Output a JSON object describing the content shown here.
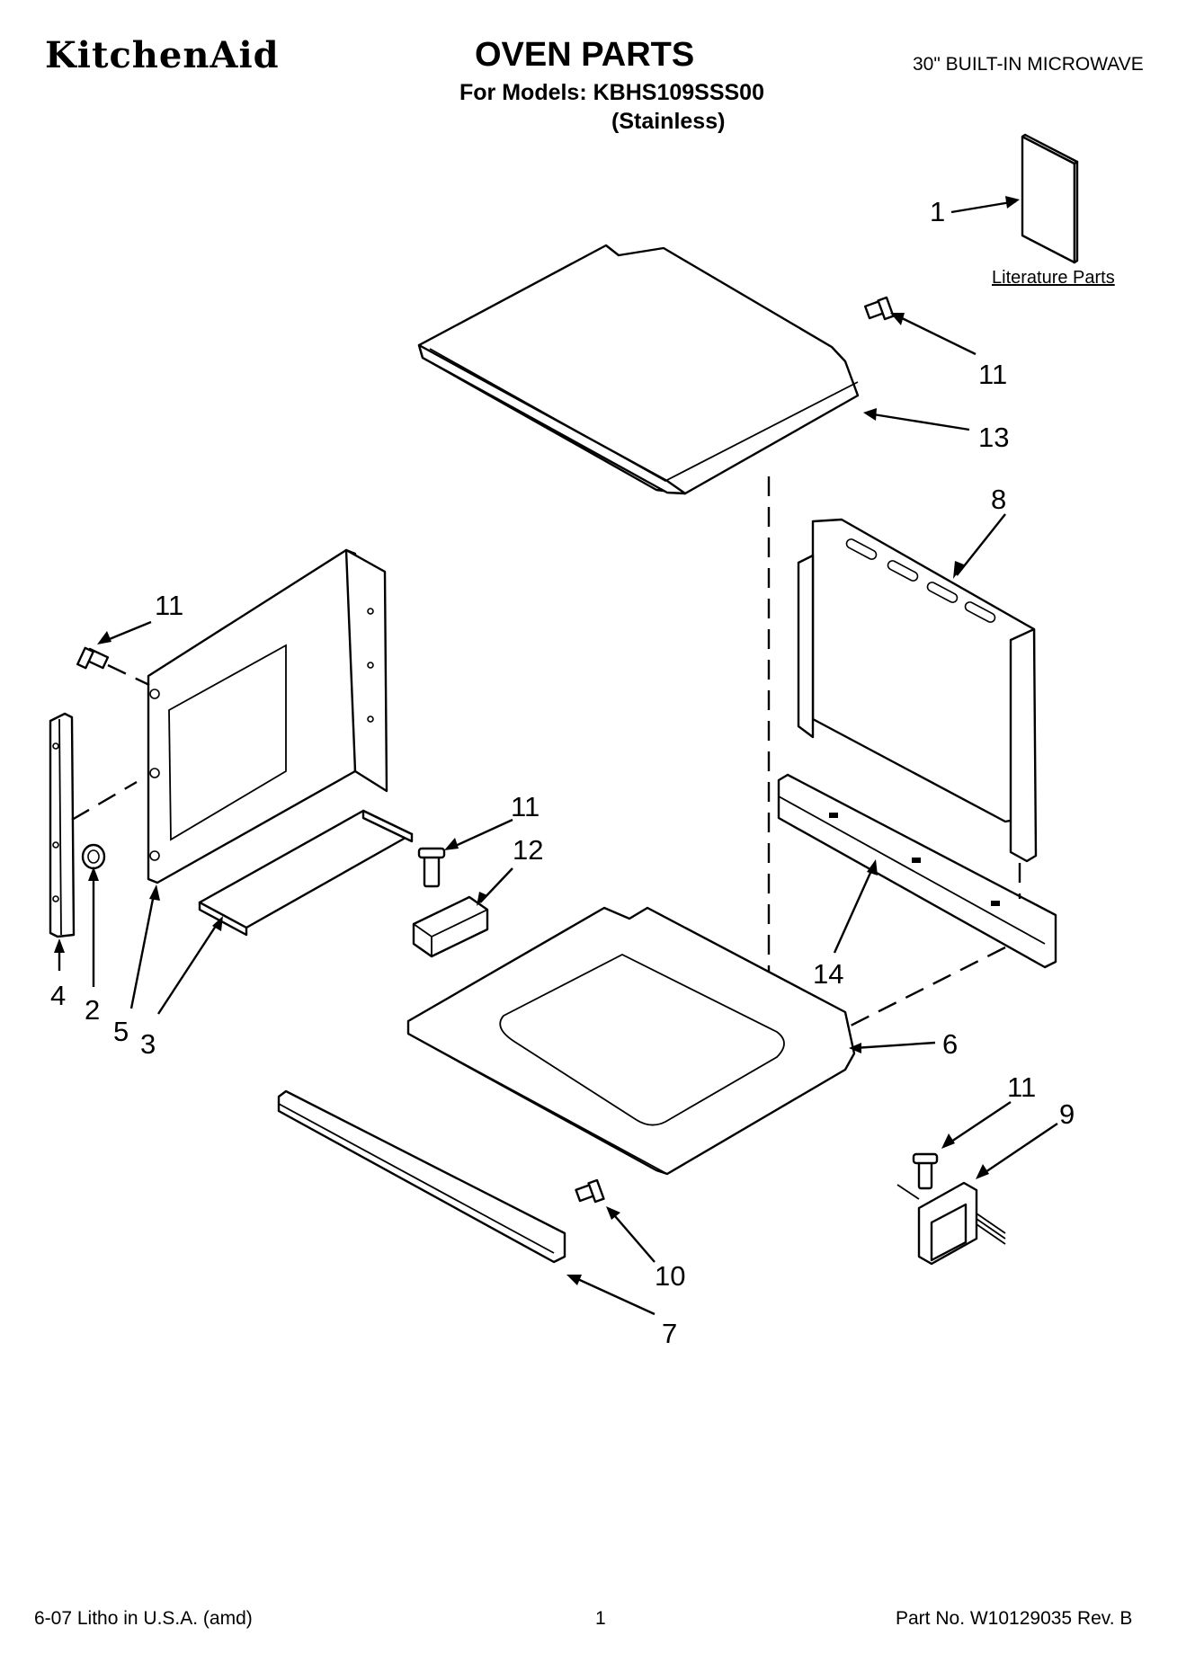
{
  "header": {
    "brand": "KitchenAid",
    "title": "OVEN PARTS",
    "models": "For Models: KBHS109SSS00",
    "color": "(Stainless)",
    "subtitle": "30\" BUILT-IN MICROWAVE"
  },
  "literature_label": "Literature Parts",
  "callouts": [
    "1",
    "11",
    "13",
    "8",
    "11",
    "4",
    "2",
    "5",
    "3",
    "11",
    "12",
    "14",
    "6",
    "11",
    "9",
    "10",
    "7"
  ],
  "footer": {
    "left": "6-07 Litho in U.S.A. (amd)",
    "center": "1",
    "right": "Part No. W10129035 Rev. B"
  }
}
